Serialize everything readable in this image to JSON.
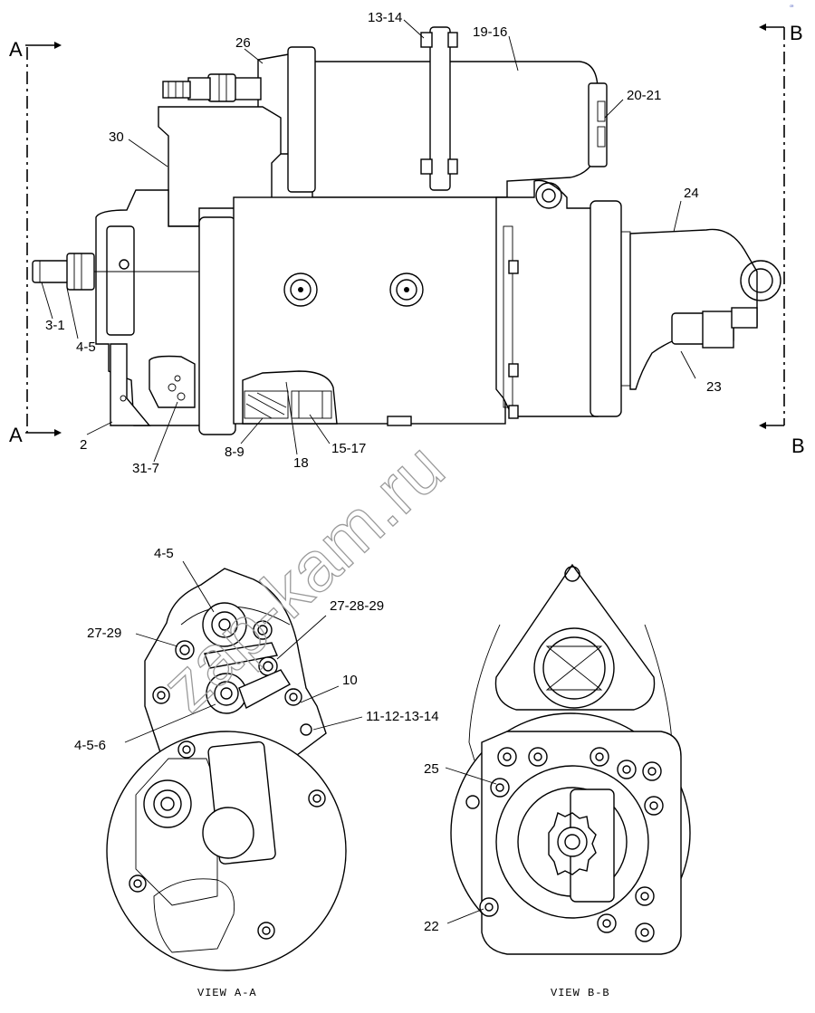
{
  "corner_mark": "ꟹ",
  "sections": {
    "a": "A",
    "b": "B"
  },
  "views": {
    "aa": "VIEW A-A",
    "bb": "VIEW B-B"
  },
  "watermark": "zap-kam.ru",
  "callouts": {
    "c_13_14": "13-14",
    "c_19_16": "19-16",
    "c_26": "26",
    "c_20_21": "20-21",
    "c_30": "30",
    "c_24": "24",
    "c_3_1": "3-1",
    "c_4_5": "4-5",
    "c_23": "23",
    "c_2": "2",
    "c_31_7": "31-7",
    "c_8_9": "8-9",
    "c_18": "18",
    "c_15_17": "15-17",
    "c_4_5_top": "4-5",
    "c_27_29": "27-29",
    "c_27_28_29": "27-28-29",
    "c_10": "10",
    "c_11_12_13_14": "11-12-13-14",
    "c_4_5_6": "4-5-6",
    "c_25": "25",
    "c_22": "22"
  }
}
